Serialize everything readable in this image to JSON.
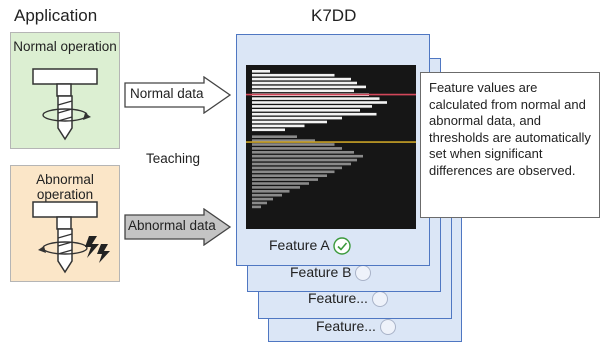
{
  "headings": {
    "application": "Application",
    "product": "K7DD"
  },
  "operations": {
    "normal_label": "Normal operation",
    "abnormal_label": "Abnormal operation"
  },
  "arrows": {
    "normal_data": "Normal data",
    "abnormal_data": "Abnormal data",
    "teaching": "Teaching"
  },
  "features": {
    "items": [
      "Feature A",
      "Feature B",
      "Feature...",
      "Feature..."
    ],
    "selected": "Feature A"
  },
  "callout": {
    "text": "Feature values are calculated from normal and abnormal data, and thresholds are automatically set when significant differences are observed."
  },
  "colors": {
    "card_fill": "#dbe6f6",
    "card_border": "#4f77c2",
    "normal_fill": "#dcefd2",
    "abnormal_fill": "#fbe6c8",
    "threshold_red": "#d1475a",
    "threshold_gold": "#c9a227",
    "check_green": "#3c9a3c"
  },
  "histogram": {
    "normal_bar_lengths": [
      0.12,
      0.55,
      0.66,
      0.7,
      0.76,
      0.68,
      0.78,
      0.85,
      0.9,
      0.8,
      0.72,
      0.83,
      0.6,
      0.5,
      0.35,
      0.22
    ],
    "abnormal_bar_lengths": [
      0.3,
      0.42,
      0.55,
      0.6,
      0.68,
      0.74,
      0.7,
      0.66,
      0.6,
      0.55,
      0.5,
      0.44,
      0.38,
      0.32,
      0.25,
      0.2,
      0.14,
      0.1,
      0.06
    ],
    "threshold_high": 0.18,
    "threshold_low": 0.47
  }
}
